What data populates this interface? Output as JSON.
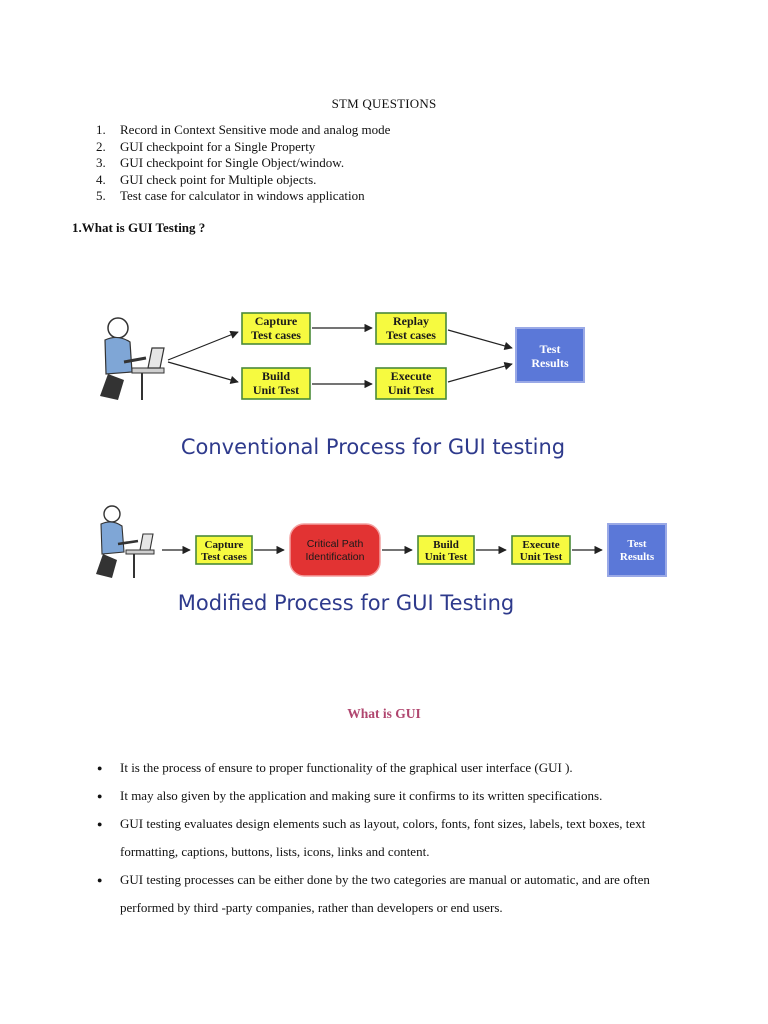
{
  "document": {
    "title": "STM QUESTIONS",
    "questions": [
      {
        "num": "1.",
        "text": "Record in Context Sensitive mode and analog mode"
      },
      {
        "num": "2.",
        "text": "GUI checkpoint for a Single Property"
      },
      {
        "num": "3.",
        "text": "GUI checkpoint for Single Object/window."
      },
      {
        "num": "4.",
        "text": "GUI check point for Multiple objects."
      },
      {
        "num": "5.",
        "text": "Test case for calculator in windows application"
      }
    ],
    "heading_1": "1.What is GUI Testing ?"
  },
  "figure_conventional": {
    "capture": [
      "Capture",
      "Test cases"
    ],
    "replay": [
      "Replay",
      "Test cases"
    ],
    "build": [
      "Build",
      "Unit Test"
    ],
    "execute": [
      "Execute",
      "Unit Test"
    ],
    "results": [
      "Test",
      "Results"
    ],
    "caption": "Conventional Process for GUI testing"
  },
  "figure_modified": {
    "capture": [
      "Capture",
      "Test cases"
    ],
    "critical": [
      "Critical Path",
      "Identification"
    ],
    "build": [
      "Build",
      "Unit Test"
    ],
    "execute": [
      "Execute",
      "Unit Test"
    ],
    "results": [
      "Test",
      "Results"
    ],
    "caption": "Modified Process for GUI Testing"
  },
  "section": {
    "title": "What is GUI",
    "bullets": [
      "It is the process of ensure to proper functionality of the graphical user interface (GUI ).",
      "It may also given by the application and making sure it confirms to its written specifications.",
      "GUI testing evaluates design elements such as layout, colors, fonts, font sizes, labels, text boxes, text formatting, captions, buttons, lists, icons, links and content.",
      "GUI testing processes can be either done by the two categories are manual or automatic, and are often performed by third -party companies, rather than developers or end users."
    ]
  },
  "colors": {
    "heading_accent": "#b0466f",
    "caption_blue": "#2e3a8c",
    "step_yellow": "#f6fa40",
    "results_blue": "#5b78d8",
    "critical_red": "#e23333"
  }
}
